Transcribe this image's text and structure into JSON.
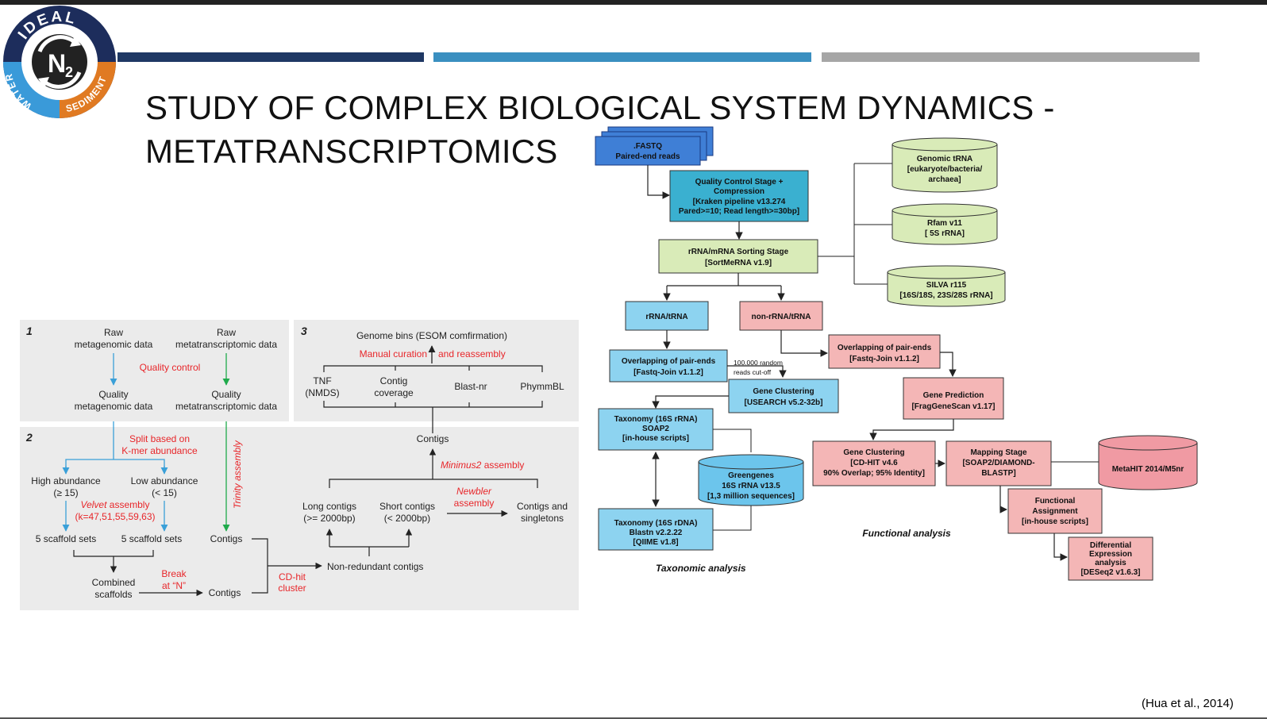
{
  "header": {
    "band_colors": [
      "#1f3864",
      "#3a8fc0",
      "#a6a6a6"
    ],
    "logo": {
      "top_text": "IDEAL",
      "left_text": "WATER",
      "right_text": "SEDIMENT",
      "center_text": "N",
      "center_sub": "2",
      "colors": {
        "ring": "#1d2d5c",
        "left": "#3a9ad9",
        "right": "#e07a22",
        "center": "#222222"
      }
    },
    "title_line1": "STUDY OF COMPLEX BIOLOGICAL SYSTEM DYNAMICS -",
    "title_line2": "METATRANSCRIPTOMICS"
  },
  "left_diagram": {
    "panel1": {
      "number": "1",
      "raw_meta_l1": "Raw",
      "raw_meta_l2": "metagenomic data",
      "raw_trans_l1": "Raw",
      "raw_trans_l2": "metatranscriptomic data",
      "quality_control": "Quality control",
      "qual_meta_l1": "Quality",
      "qual_meta_l2": "metagenomic data",
      "qual_trans_l1": "Quality",
      "qual_trans_l2": "metatranscriptomic data"
    },
    "panel3": {
      "number": "3",
      "genome_bins": "Genome bins (ESOM comfirmation)",
      "manual_curation": "Manual curation",
      "and_reassembly": "and reassembly",
      "tnf_l1": "TNF",
      "tnf_l2": "(NMDS)",
      "contig_cov_l1": "Contig",
      "contig_cov_l2": "coverage",
      "blast_nr": "Blast-nr",
      "phymmbl": "PhymmBL"
    },
    "panel2": {
      "number": "2",
      "split_l1": "Split based on",
      "split_l2": "K-mer abundance",
      "high_ab_l1": "High abundance",
      "high_ab_l2": "(≥ 15)",
      "low_ab_l1": "Low abundance",
      "low_ab_l2": "(< 15)",
      "velvet_italic": "Velvet",
      "velvet_rest": " assembly",
      "velvet_k": "(k=47,51,55,59,63)",
      "trinity": "Trinity assembly",
      "scaffold_sets_1": "5 scaffold sets",
      "scaffold_sets_2": "5 scaffold sets",
      "contigs_trinity": "Contigs",
      "combined_l1": "Combined",
      "combined_l2": "scaffolds",
      "break_l1": "Break",
      "break_l2": "at “N”",
      "contigs_break": "Contigs",
      "cdhit_l1": "CD-hit",
      "cdhit_l2": "cluster",
      "non_redundant": "Non-redundant contigs",
      "long_l1": "Long contigs",
      "long_l2": "(>= 2000bp)",
      "short_l1": "Short contigs",
      "short_l2": "(< 2000bp)",
      "newbler_italic": "Newbler",
      "newbler_rest": "assembly",
      "singletons_l1": "Contigs and",
      "singletons_l2": "singletons",
      "minimus_italic": "Minimus2",
      "minimus_rest": " assembly",
      "contigs_top": "Contigs"
    },
    "colors": {
      "panel_bg": "#ebebeb",
      "red": "#e8262a",
      "blue": "#3aa0d8",
      "green": "#1faa4b",
      "text": "#222222"
    }
  },
  "right_diagram": {
    "fastq_l1": ".FASTQ",
    "fastq_l2": "Paired-end reads",
    "qc": [
      "Quality Control Stage +",
      "Compression",
      "[Kraken pipeline v13.274",
      "Pared>=10; Read length>=30bp]"
    ],
    "sorting": [
      "rRNA/mRNA Sorting Stage",
      "[SortMeRNA v1.9]"
    ],
    "genomic_trna": [
      "Genomic tRNA",
      "[eukaryote/bacteria/",
      "archaea]"
    ],
    "rfam": [
      "Rfam v11",
      "[ 5S rRNA]"
    ],
    "silva": [
      "SILVA r115",
      "[16S/18S, 23S/28S rRNA]"
    ],
    "rrna": "rRNA/tRNA",
    "non_rrna": "non-rRNA/tRNA",
    "overlap_blue": [
      "Overlapping of pair-ends",
      "[Fastq-Join v1.1.2]"
    ],
    "random_l1": "100.000 random",
    "random_l2": "reads cut-off",
    "overlap_pink": [
      "Overlapping of pair-ends",
      "[Fastq-Join v1.1.2]"
    ],
    "gene_clust_blue": [
      "Gene Clustering",
      "[USEARCH v5.2-32b]"
    ],
    "gene_pred": [
      "Gene Prediction",
      "[FragGeneScan v1.17]"
    ],
    "tax16s": [
      "Taxonomy (16S rRNA)",
      "SOAP2",
      "[in-house scripts]"
    ],
    "greengenes": [
      "Greengenes",
      "16S rRNA v13.5",
      "[1,3 million sequences]"
    ],
    "tax_blastn": [
      "Taxonomy (16S rDNA)",
      "Blastn v2.2.22",
      "[QIIME v1.8]"
    ],
    "tax_label": "Taxonomic analysis",
    "gene_clust_pink": [
      "Gene Clustering",
      "[CD-HIT  v4.6",
      "90% Overlap; 95% Identity]"
    ],
    "mapping": [
      "Mapping Stage",
      "[SOAP2/DIAMOND-",
      "BLASTP]"
    ],
    "metahit": "MetaHIT 2014/M5nr",
    "func_assign": [
      "Functional",
      "Assignment",
      "[in-house scripts]"
    ],
    "diff_expr": [
      "Differential",
      "Expression",
      "analysis",
      "[DESeq2 v1.6.3]"
    ],
    "func_label": "Functional analysis",
    "colors": {
      "dark_blue": "#3f7fd6",
      "teal": "#3ab0d0",
      "light_green": "#d9ebb8",
      "light_blue": "#8dd3f0",
      "pink": "#f4b6b6",
      "cylinder_blue": "#6cc5ec",
      "cylinder_pink": "#f09aa3"
    }
  },
  "citation": "(Hua et al., 2014)"
}
